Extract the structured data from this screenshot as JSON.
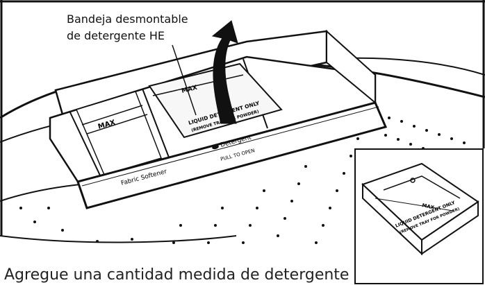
{
  "callout": {
    "line1": "Bandeja desmontable",
    "line2": "de detergente HE"
  },
  "tray_labels": {
    "max_left": "MAX",
    "max_center": "MAX",
    "liquid_only": "LIQUID DETERGENT ONLY",
    "remove_tray": "(REMOVE TRAY FOR POWDER)",
    "fabric_softener": "Fabric Softener",
    "detergent": "Detergent",
    "pull_to_open": "PULL TO OPEN"
  },
  "inset_labels": {
    "max": "MAX",
    "liquid_only": "LIQUID DETERGENT ONLY",
    "remove_tray": "(REMOVE TRAY FOR POWDER)"
  },
  "caption": "Agregue una cantidad medida de detergente",
  "icons": [
    "up-arrow-icon",
    "detergent-icon"
  ],
  "colors": {
    "ink": "#111111",
    "paper": "#ffffff",
    "shade": "#f2f2f2"
  }
}
